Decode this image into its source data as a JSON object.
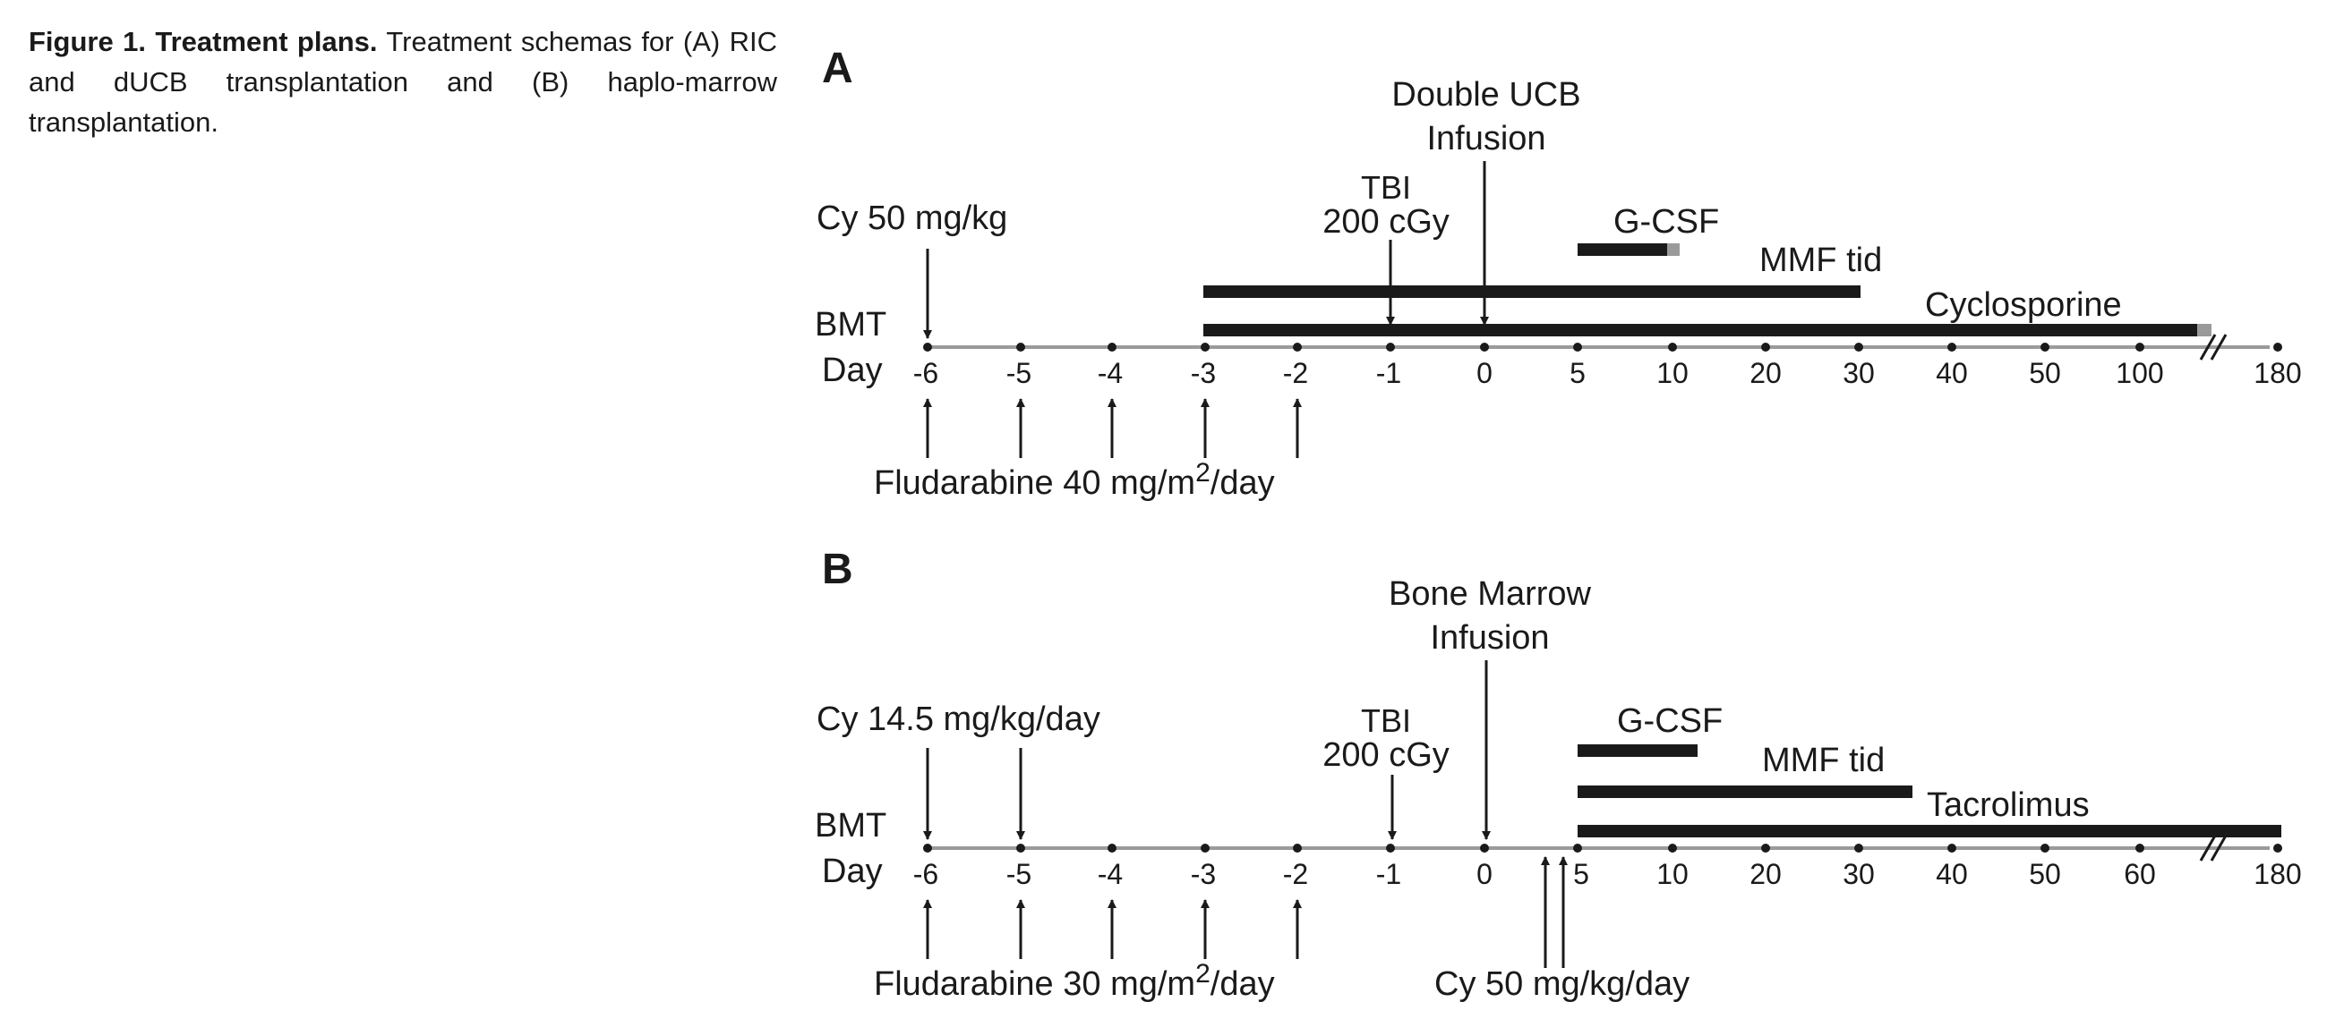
{
  "caption": {
    "label": "Figure 1. Treatment plans.",
    "text": "Treatment schemas for (A) RIC and dUCB transplantation and (B) haplo-marrow transplantation."
  },
  "panel_a": {
    "letter": "A",
    "bmt_label": "BMT",
    "day_label": "Day",
    "ticks": [
      "-6",
      "-5",
      "-4",
      "-3",
      "-2",
      "-1",
      "0",
      "5",
      "10",
      "20",
      "30",
      "40",
      "50",
      "100",
      "180"
    ],
    "cy_label": "Cy 50 mg/kg",
    "infusion_line1": "Double UCB",
    "infusion_line2": "Infusion",
    "tbi_line1": "TBI",
    "tbi_line2": "200 cGy",
    "gcsf_label": "G-CSF",
    "mmf_label": "MMF tid",
    "immuno_label": "Cyclosporine",
    "flu_prefix": "Fludarabine 40 mg/m",
    "flu_sup": "2",
    "flu_suffix": "/day"
  },
  "panel_b": {
    "letter": "B",
    "bmt_label": "BMT",
    "day_label": "Day",
    "ticks": [
      "-6",
      "-5",
      "-4",
      "-3",
      "-2",
      "-1",
      "0",
      "5",
      "10",
      "20",
      "30",
      "40",
      "50",
      "60",
      "180"
    ],
    "cy_label": "Cy 14.5 mg/kg/day",
    "infusion_line1": "Bone Marrow",
    "infusion_line2": "Infusion",
    "tbi_line1": "TBI",
    "tbi_line2": "200 cGy",
    "gcsf_label": "G-CSF",
    "mmf_label": "MMF tid",
    "immuno_label": "Tacrolimus",
    "flu_prefix": "Fludarabine 30 mg/m",
    "flu_sup": "2",
    "flu_suffix": "/day",
    "post_cy_label": "Cy 50 mg/kg/day"
  }
}
